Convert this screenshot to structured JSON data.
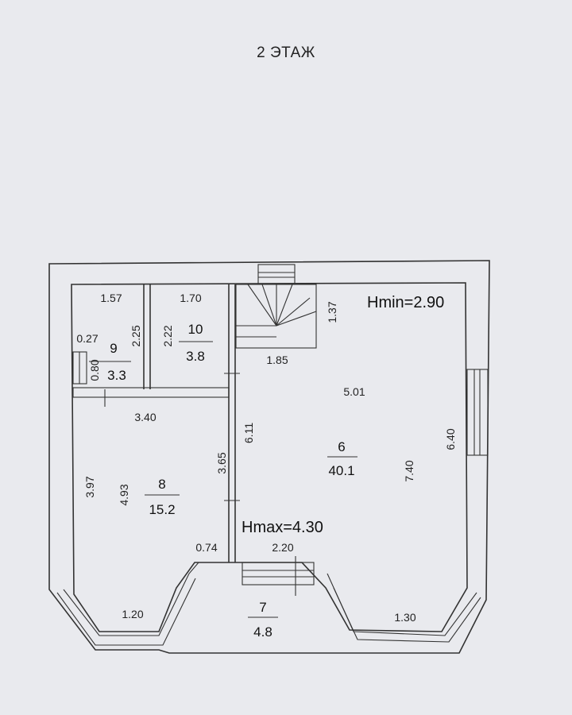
{
  "floor_title": "2 ЭТАЖ",
  "heights": {
    "min": "Hmin=2.90",
    "max": "Hmax=4.30"
  },
  "rooms": [
    {
      "number": "6",
      "area": "40.1"
    },
    {
      "number": "7",
      "area": "4.8"
    },
    {
      "number": "8",
      "area": "15.2"
    },
    {
      "number": "9",
      "area": "3.3"
    },
    {
      "number": "10",
      "area": "3.8"
    }
  ],
  "dimensions": {
    "d_1_57": "1.57",
    "d_1_70": "1.70",
    "d_1_37": "1.37",
    "d_0_27": "0.27",
    "d_2_25": "2.25",
    "d_2_22": "2.22",
    "d_0_80": "0.80",
    "d_1_85": "1.85",
    "d_5_01": "5.01",
    "d_3_40": "3.40",
    "d_6_11": "6.11",
    "d_6_40": "6.40",
    "d_3_65": "3.65",
    "d_3_97": "3.97",
    "d_4_93": "4.93",
    "d_7_40": "7.40",
    "d_0_74": "0.74",
    "d_2_20": "2.20",
    "d_1_20": "1.20",
    "d_1_30": "1.30"
  }
}
